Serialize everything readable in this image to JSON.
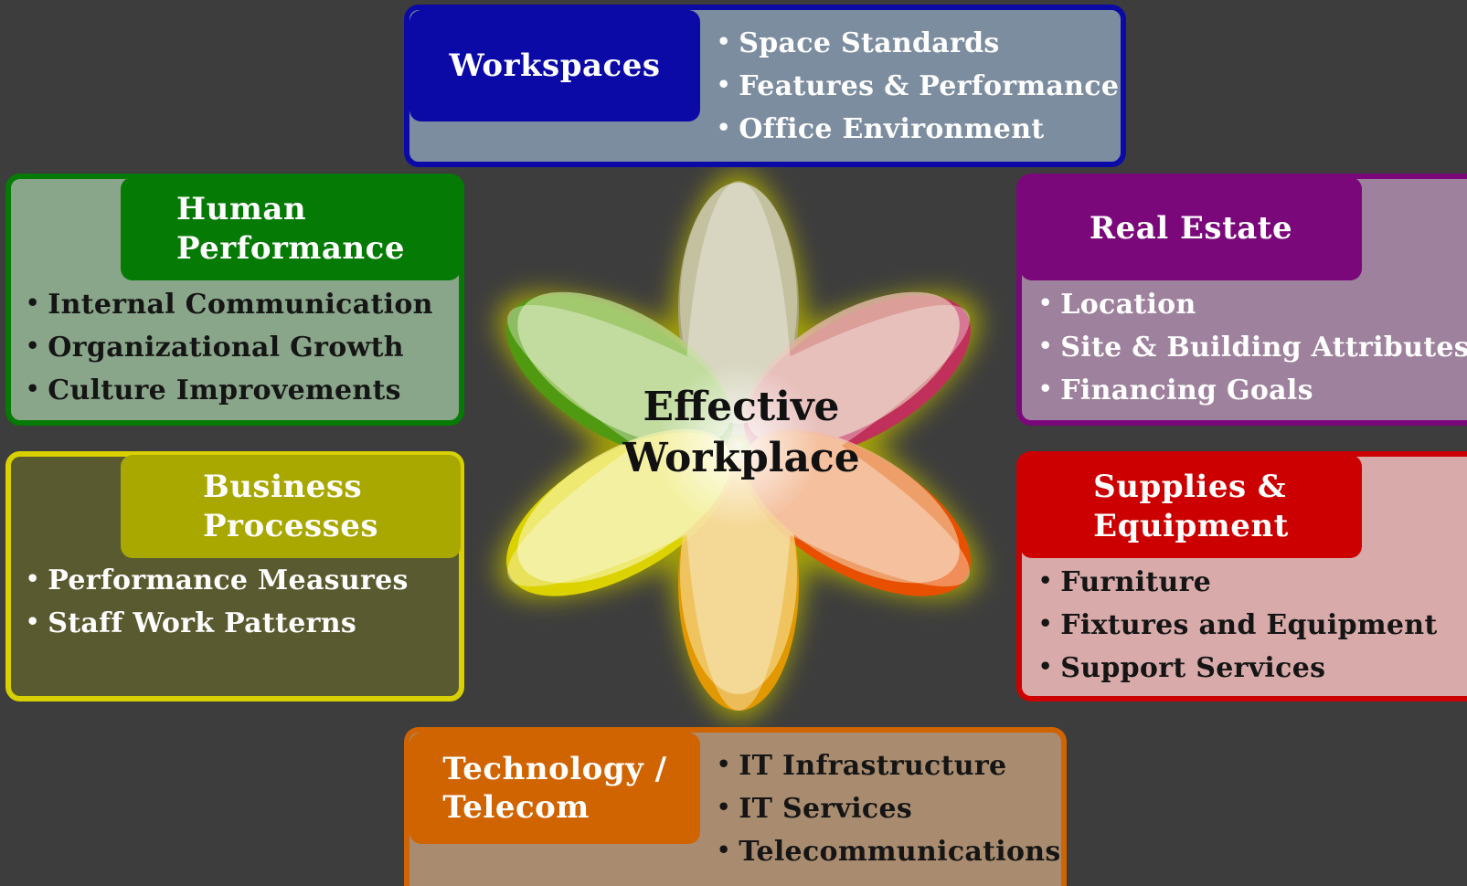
{
  "center": {
    "label": "Effective\nWorkplace"
  },
  "categories": [
    {
      "id": "workspaces",
      "title": "Workspaces",
      "color": "#0b0aa6",
      "items": [
        "Space Standards",
        "Features & Performance",
        "Office Environment"
      ]
    },
    {
      "id": "human-performance",
      "title": "Human\nPerformance",
      "color": "#057a05",
      "items": [
        "Internal Communication",
        "Organizational Growth",
        "Culture Improvements"
      ]
    },
    {
      "id": "real-estate",
      "title": "Real Estate",
      "color": "#7a087a",
      "items": [
        "Location",
        "Site & Building Attributes",
        "Financing Goals"
      ]
    },
    {
      "id": "business-processes",
      "title": "Business\nProcesses",
      "color": "#a8a800",
      "items": [
        "Performance Measures",
        "Staff Work Patterns"
      ]
    },
    {
      "id": "supplies-equipment",
      "title": "Supplies &\nEquipment",
      "color": "#cc0000",
      "items": [
        "Furniture",
        "Fixtures and Equipment",
        "Support Services"
      ]
    },
    {
      "id": "technology-telecom",
      "title": "Technology /\nTelecom",
      "color": "#d06400",
      "items": [
        "IT Infrastructure",
        "IT Services",
        "Telecommunications"
      ]
    }
  ]
}
